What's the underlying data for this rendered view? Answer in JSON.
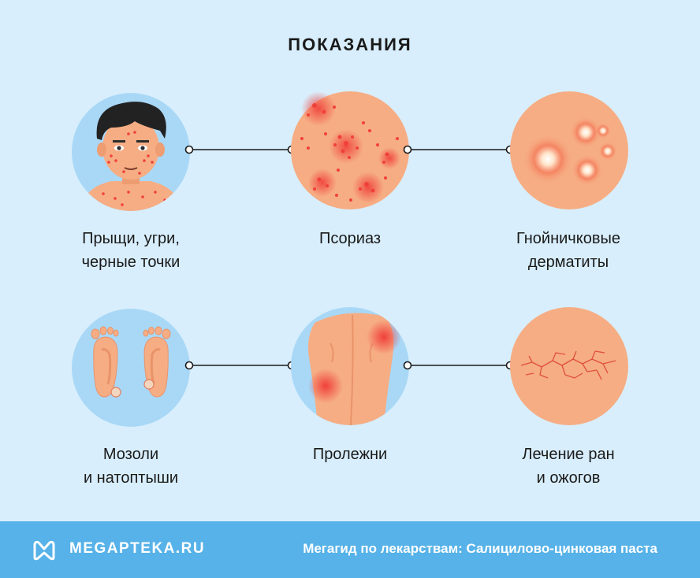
{
  "title": "ПОКАЗАНИЯ",
  "indications": [
    {
      "line1": "Прыщи, угри,",
      "line2": "черные точки",
      "icon": "acne-face-icon"
    },
    {
      "line1": "Псориаз",
      "line2": "",
      "icon": "psoriasis-skin-icon"
    },
    {
      "line1": "Гнойничковые",
      "line2": "дерматиты",
      "icon": "pustular-dermatitis-icon"
    },
    {
      "line1": "Мозоли",
      "line2": "и натоптыши",
      "icon": "feet-calluses-icon"
    },
    {
      "line1": "Пролежни",
      "line2": "",
      "icon": "bedsores-back-icon"
    },
    {
      "line1": "Лечение ран",
      "line2": "и ожогов",
      "icon": "cracked-skin-icon"
    }
  ],
  "footer": {
    "brand": "MEGAPTEKA.RU",
    "caption": "Мегагид по лекарствам: Салицилово-цинковая паста",
    "logo_icon": "megapteka-logo-icon"
  },
  "colors": {
    "background": "#d8eefc",
    "footer": "#56b2e8",
    "skin": "#f6ad84",
    "accent_red": "#f0403a"
  }
}
